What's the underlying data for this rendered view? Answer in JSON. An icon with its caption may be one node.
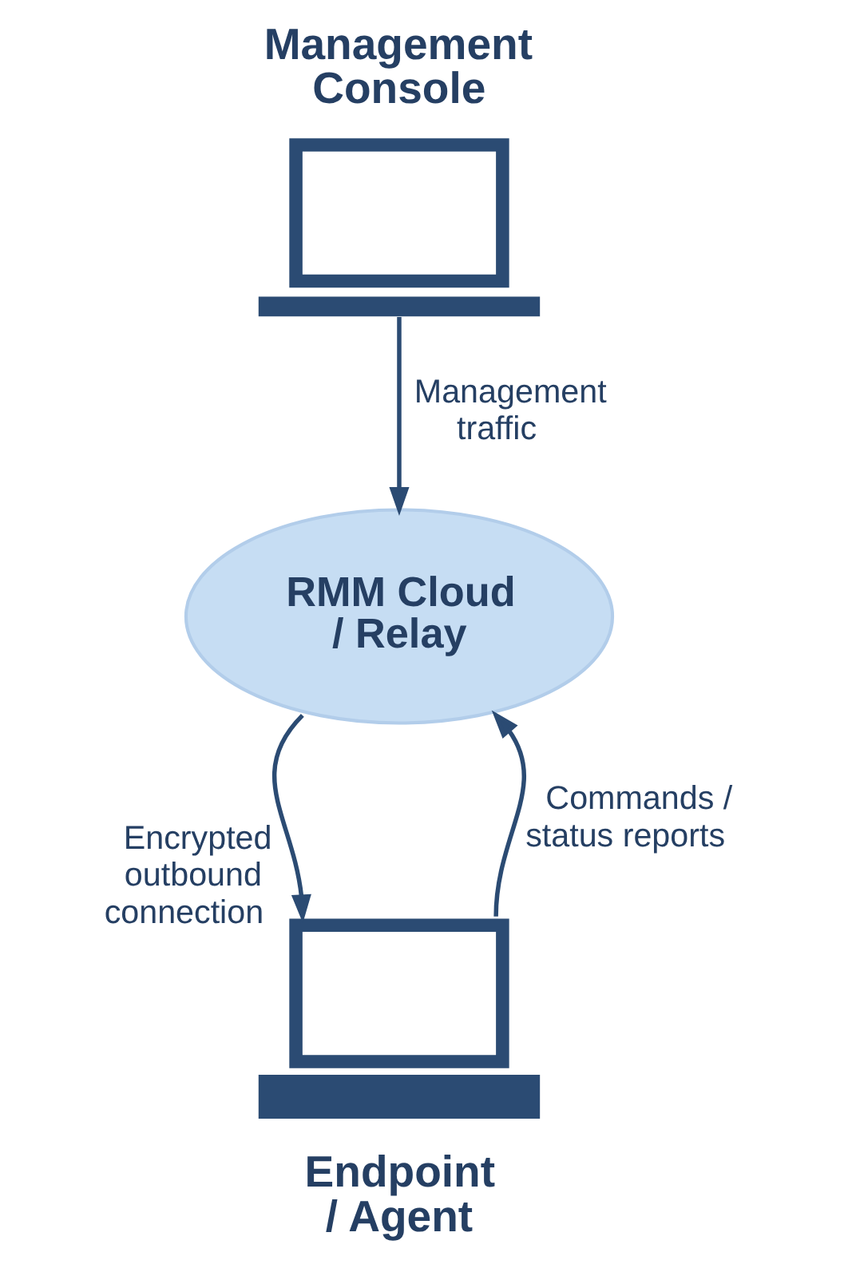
{
  "diagram": {
    "nodes": [
      {
        "text": [
          "Management Console"
        ]
      },
      {
        "text": [
          "RMM Cloud / Relay"
        ]
      },
      {
        "text": [
          "Endpoint / Agent"
        ]
      }
    ],
    "edges": [
      {
        "from": 0,
        "to": 1,
        "arrow": "to",
        "label": "Management traffic"
      },
      {
        "from": 1,
        "to": 2,
        "arrow": "to",
        "label": "Encrypted outbound connection"
      },
      {
        "from": 2,
        "to": 1,
        "arrow": "to",
        "label": "Commands / status reports"
      }
    ]
  }
}
